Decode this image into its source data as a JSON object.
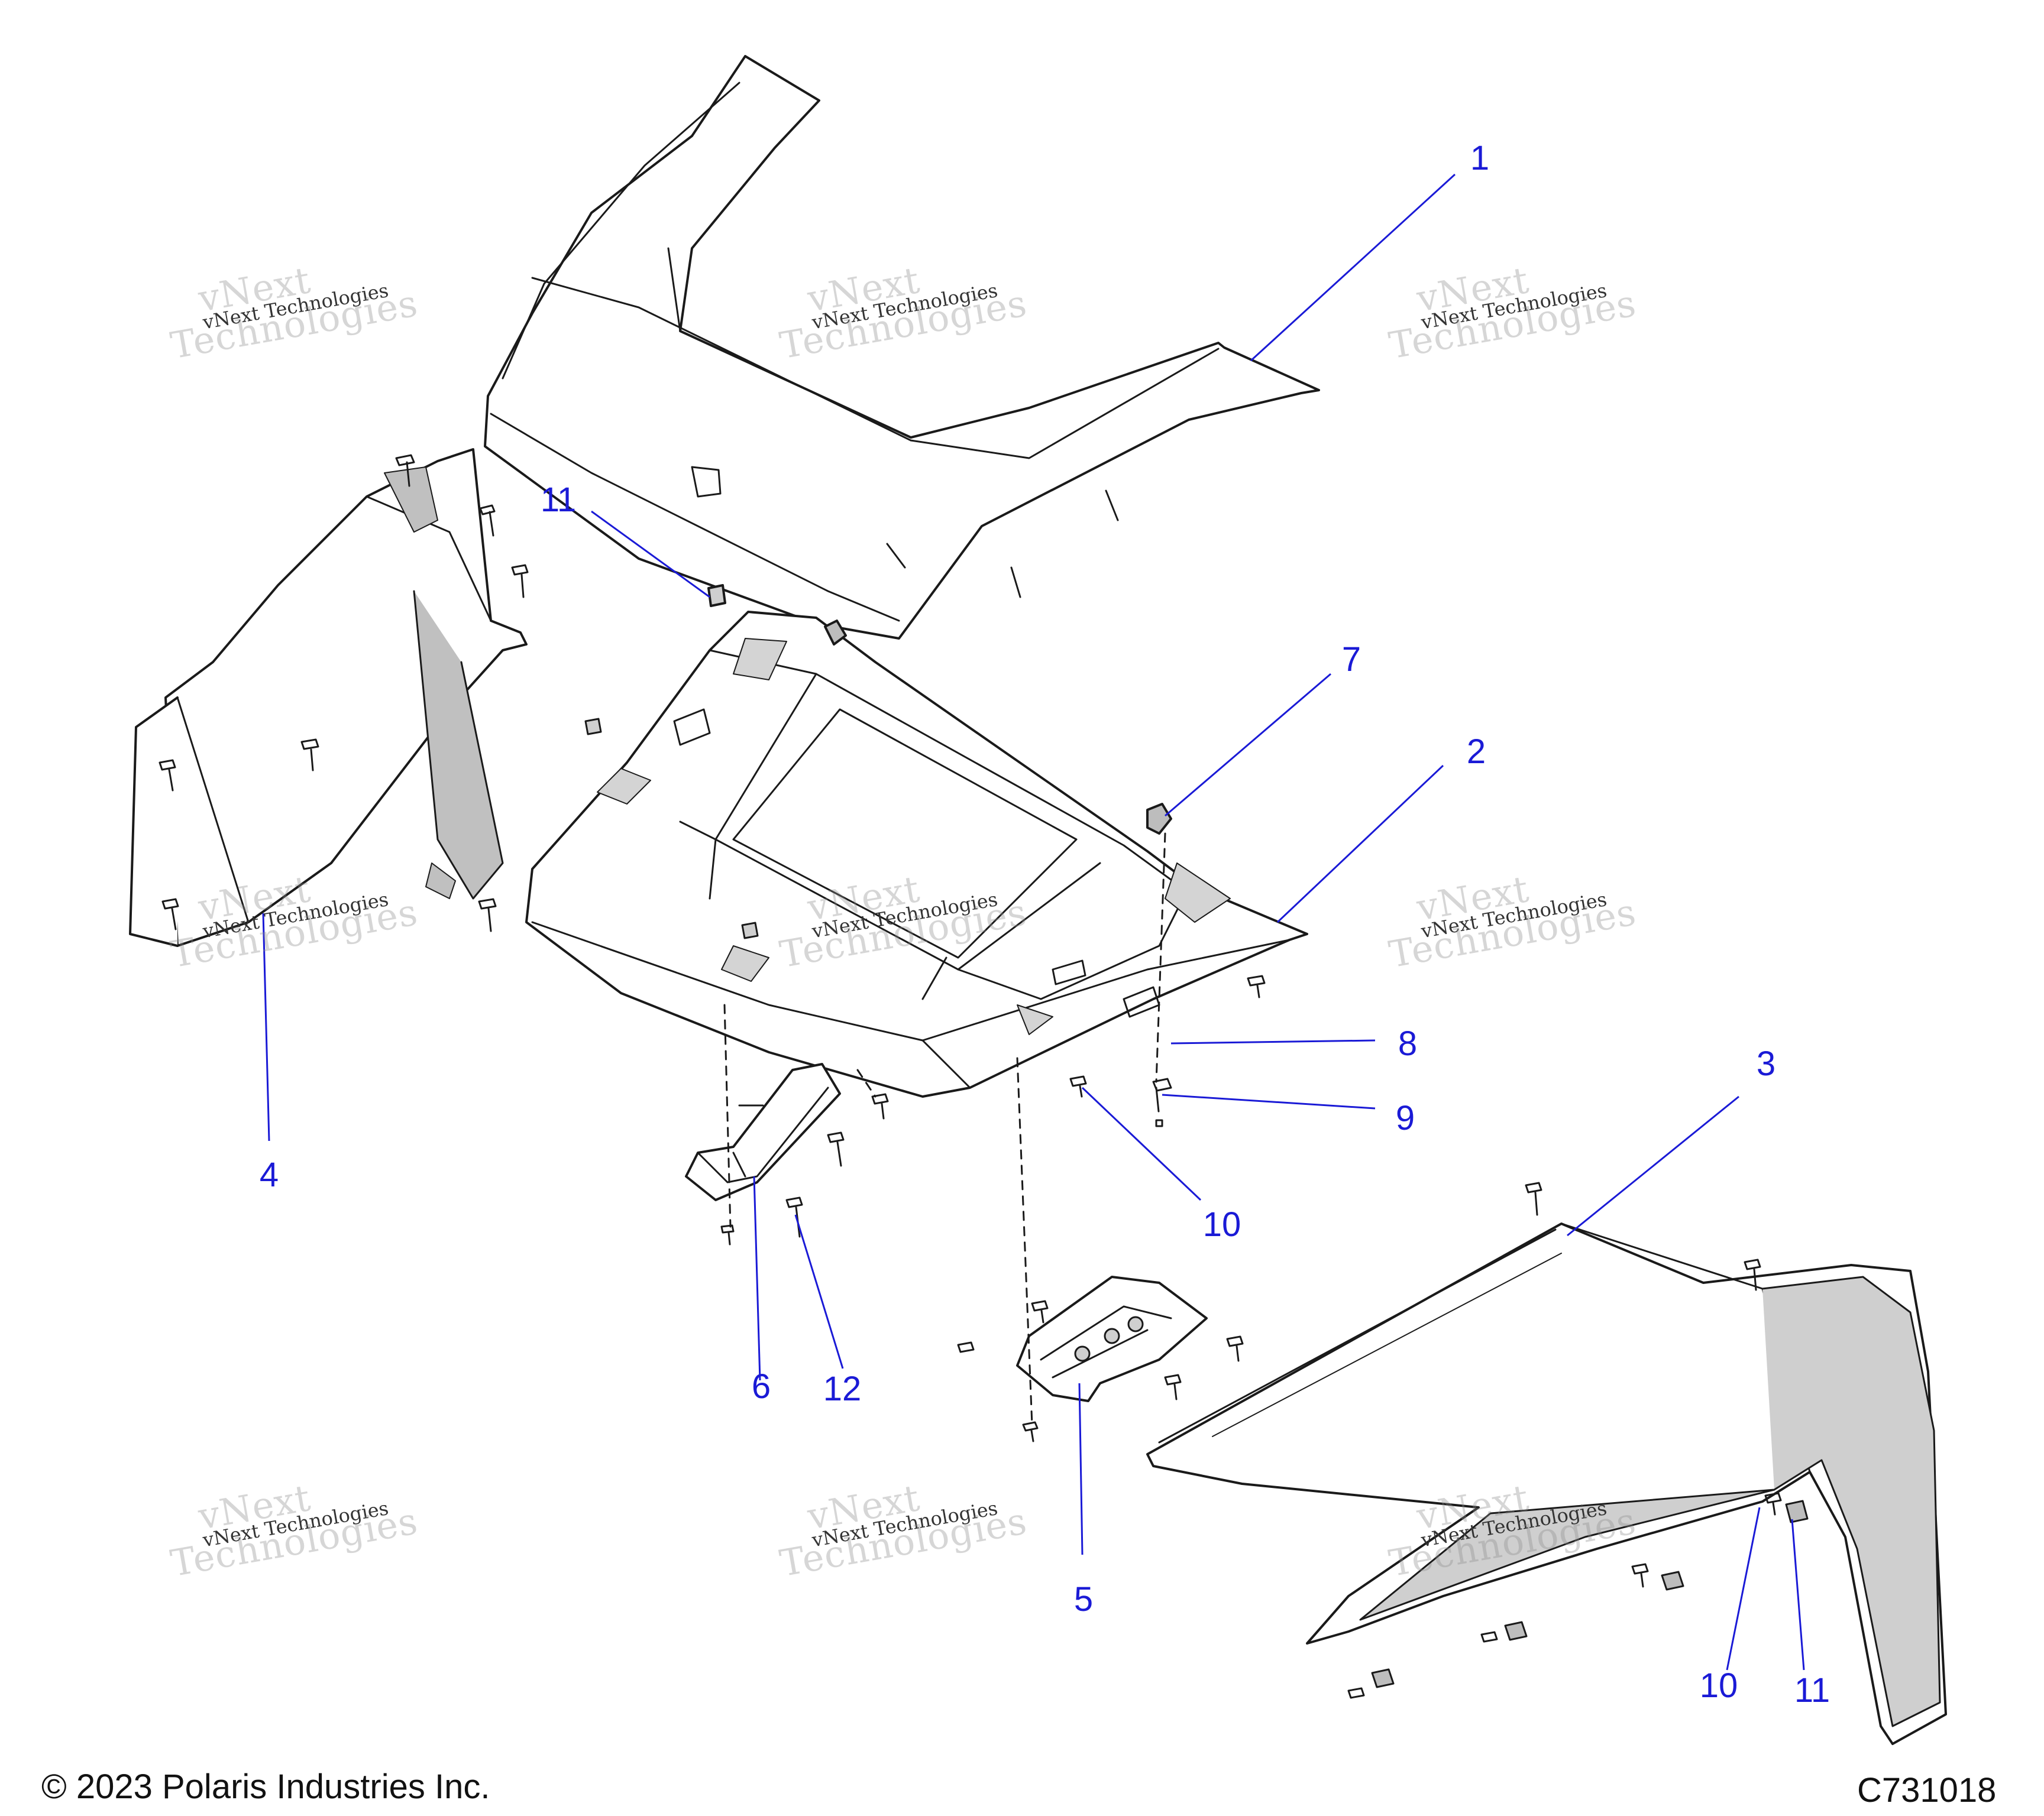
{
  "callouts": [
    {
      "id": "1",
      "label": "1"
    },
    {
      "id": "2",
      "label": "2"
    },
    {
      "id": "3",
      "label": "3"
    },
    {
      "id": "4",
      "label": "4"
    },
    {
      "id": "5",
      "label": "5"
    },
    {
      "id": "6",
      "label": "6"
    },
    {
      "id": "7",
      "label": "7"
    },
    {
      "id": "8",
      "label": "8"
    },
    {
      "id": "9",
      "label": "9"
    },
    {
      "id": "10a",
      "label": "10"
    },
    {
      "id": "10b",
      "label": "10"
    },
    {
      "id": "11a",
      "label": "11"
    },
    {
      "id": "11b",
      "label": "11"
    },
    {
      "id": "12",
      "label": "12"
    }
  ],
  "watermark": {
    "line1": "vNext",
    "line2": "Technologies",
    "small": "vNext Technologies"
  },
  "footer": {
    "copyright": "© 2023 Polaris Industries Inc.",
    "figure_id": "C731018"
  },
  "colors": {
    "callout": "#1a1ad6",
    "leader": "#1a1ad6",
    "line": "#1a1a1a",
    "shade": "#c9c9c9"
  }
}
